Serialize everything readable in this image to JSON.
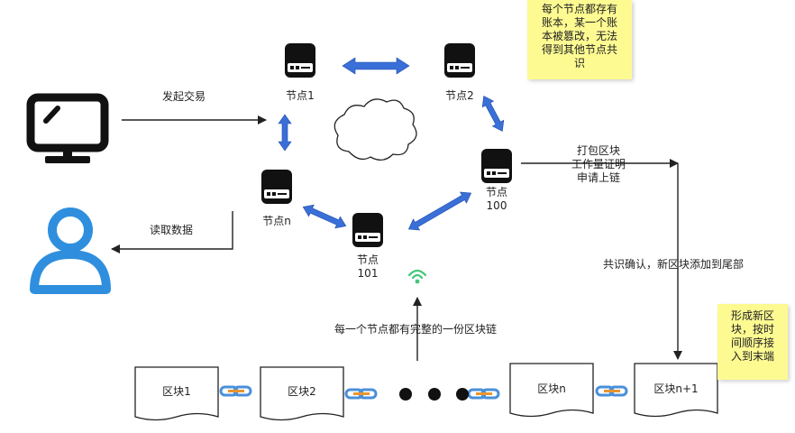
{
  "nodes": {
    "n1": "节点1",
    "n2": "节点2",
    "nn": "节点n",
    "n101": [
      "节点",
      "101"
    ],
    "n100": [
      "节点",
      "100"
    ]
  },
  "arrows": {
    "initiate_transaction": "发起交易",
    "read_data": "读取数据",
    "pack_block": [
      "打包区块",
      "工作量证明",
      "申请上链"
    ],
    "consensus": "共识确认，新区块添加到尾部",
    "full_chain": "每一个节点都有完整的一份区块链"
  },
  "notes": {
    "top": [
      "每个节点都存有",
      "账本，某一个账",
      "本被篡改，无法",
      "得到其他节点共",
      "识"
    ],
    "bottom": [
      "形成新区",
      "块，按时",
      "间顺序接",
      "入到末端"
    ]
  },
  "blocks": [
    "区块1",
    "区块2",
    "区块n",
    "区块n+1"
  ],
  "colors": {
    "monitor": "#111111",
    "user": "#2f8fde",
    "peer_arrow": "#3a6fd8",
    "wifi": "#43c67c",
    "chain_link_blue": "#4a90d9",
    "chain_link_orange": "#e8952f",
    "sticky": "#fdfa92"
  },
  "icons": [
    "monitor-icon",
    "user-icon",
    "server-icon",
    "cloud-icon",
    "wifi-icon",
    "chain-link-icon"
  ]
}
